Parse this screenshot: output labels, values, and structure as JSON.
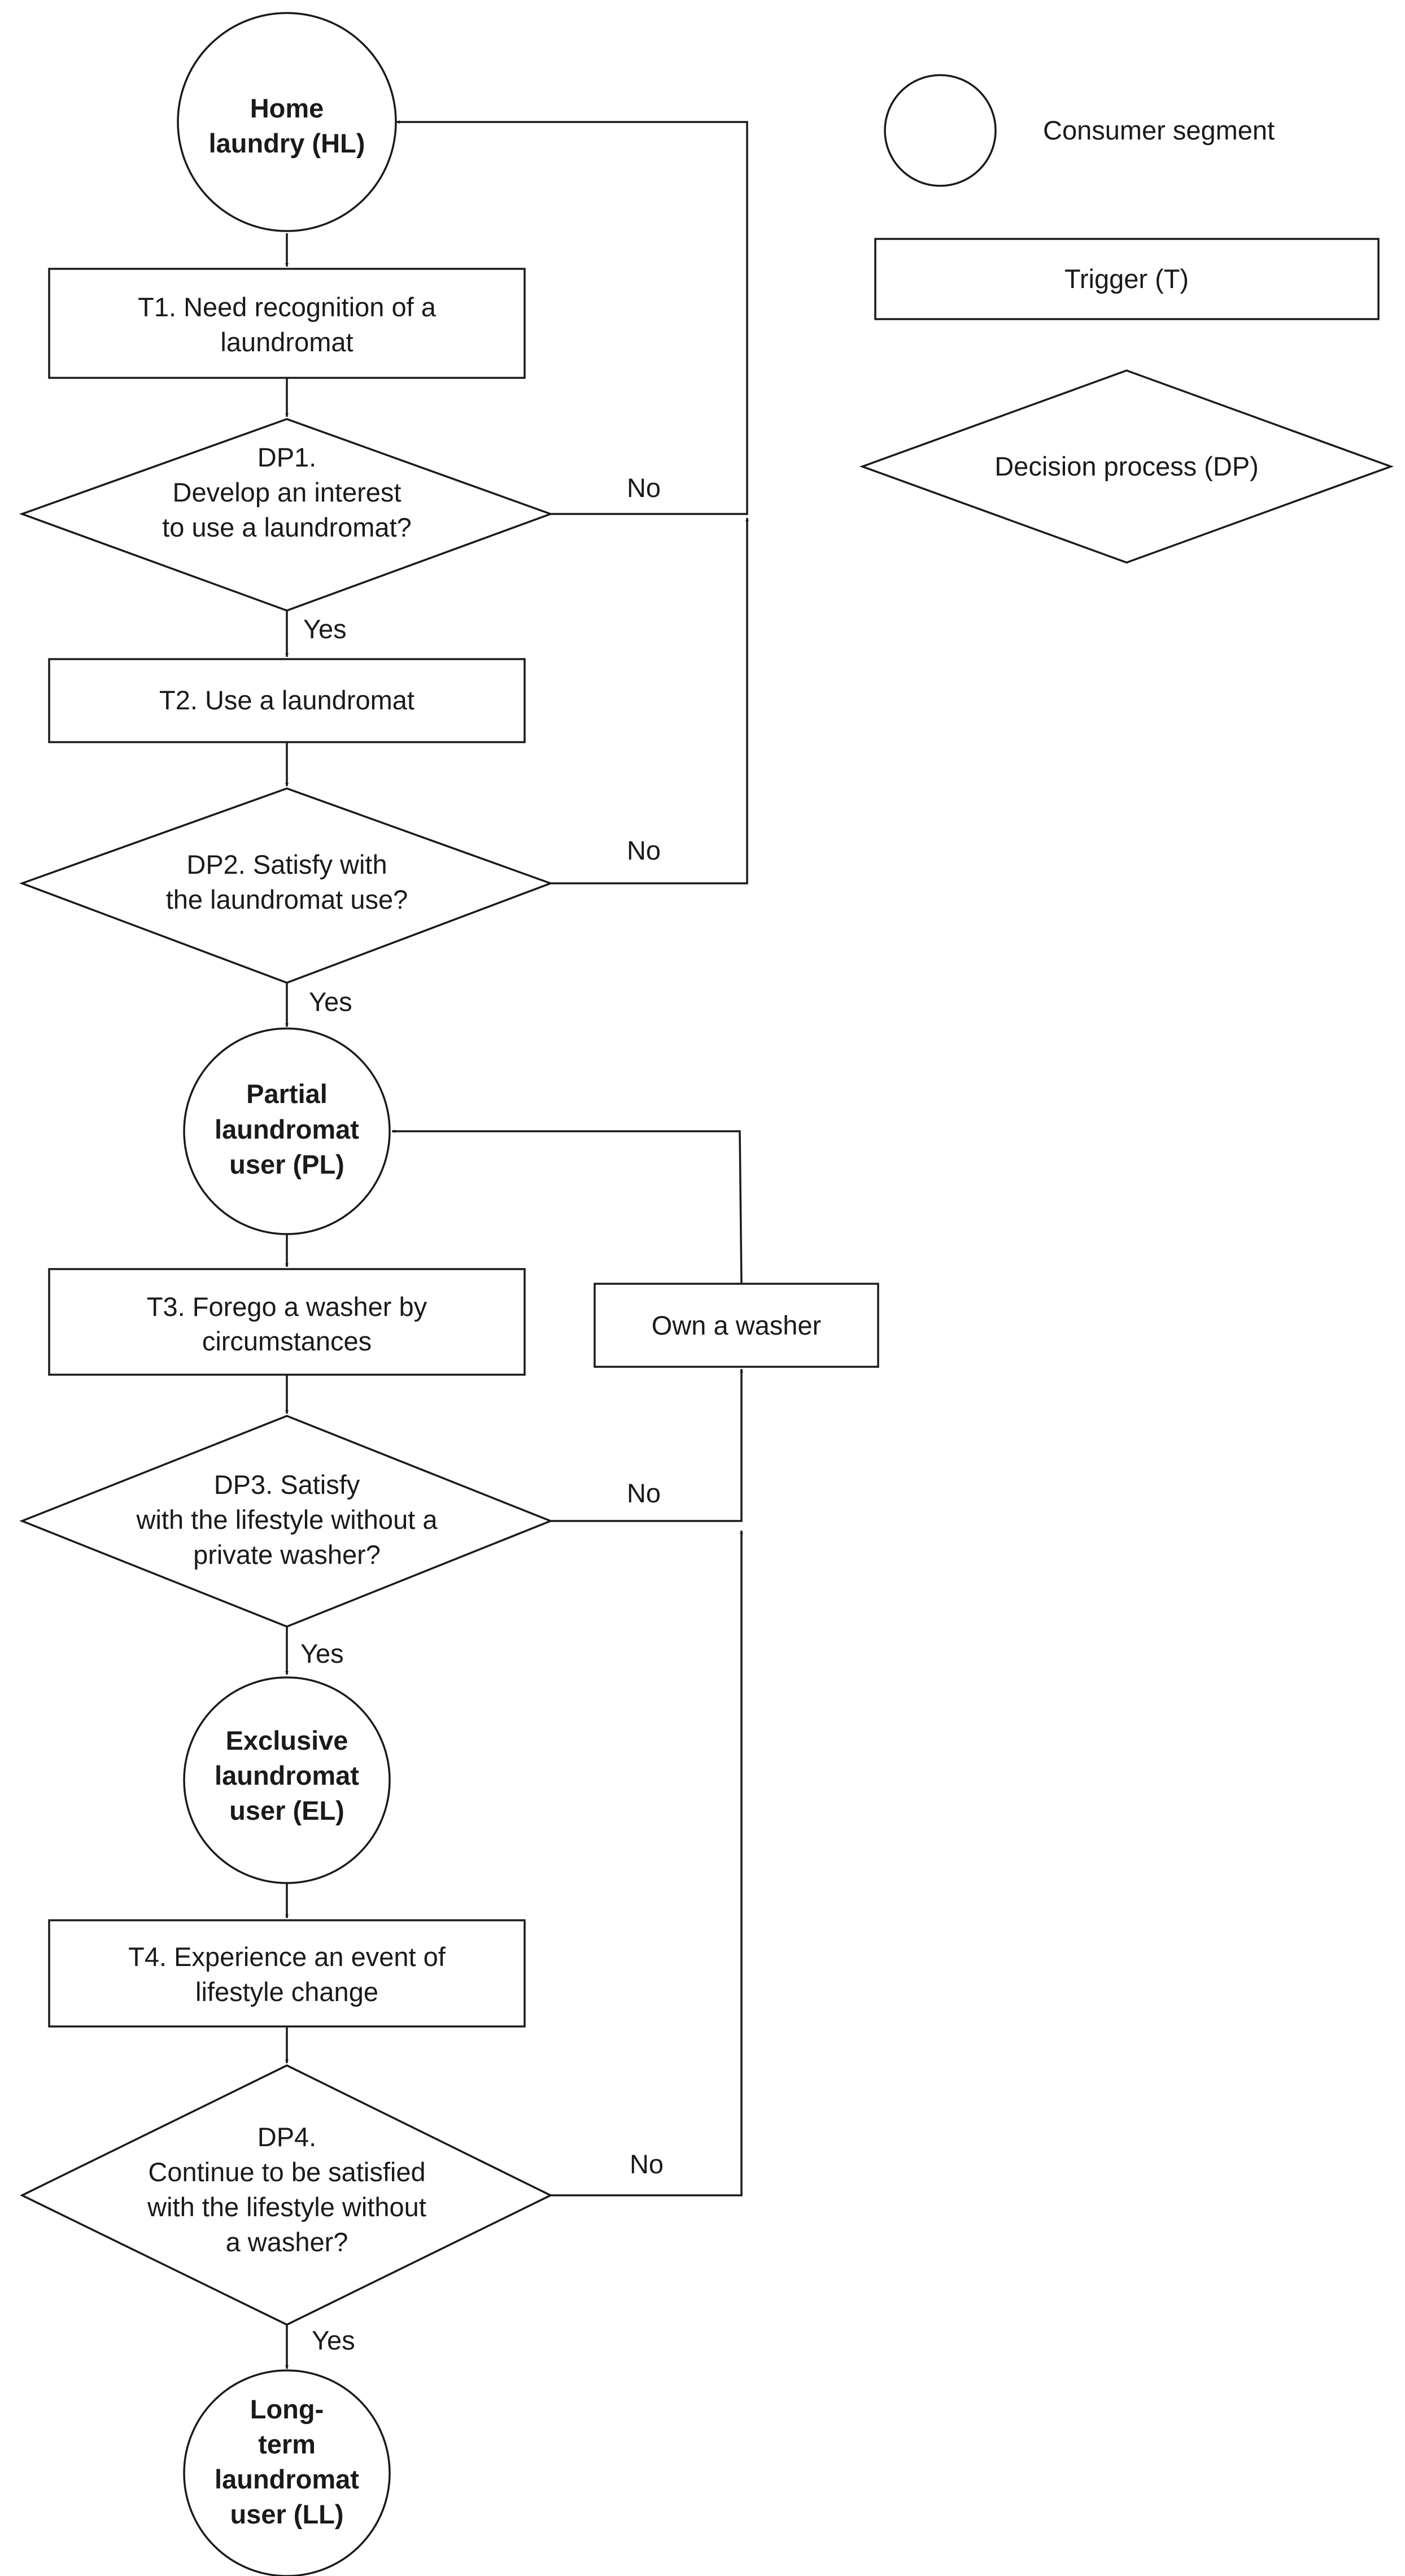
{
  "nodes": {
    "hl": {
      "lines": [
        "Home",
        "laundry (HL)"
      ]
    },
    "t1": {
      "lines": [
        "T1. Need recognition of a",
        "laundromat"
      ]
    },
    "dp1": {
      "lines": [
        "DP1.",
        "Develop an interest",
        "to use a laundromat?"
      ]
    },
    "t2": {
      "lines": [
        "T2. Use a laundromat"
      ]
    },
    "dp2": {
      "lines": [
        "DP2. Satisfy with",
        "the laundromat use?"
      ]
    },
    "pl": {
      "lines": [
        "Partial",
        "laundromat",
        "user (PL)"
      ]
    },
    "t3": {
      "lines": [
        "T3. Forego a washer by",
        "circumstances"
      ]
    },
    "own": {
      "lines": [
        "Own a washer"
      ]
    },
    "dp3": {
      "lines": [
        "DP3. Satisfy",
        "with the lifestyle without a",
        "private washer?"
      ]
    },
    "el": {
      "lines": [
        "Exclusive",
        "laundromat",
        "user (EL)"
      ]
    },
    "t4": {
      "lines": [
        "T4. Experience an event of",
        "lifestyle change"
      ]
    },
    "dp4": {
      "lines": [
        "DP4.",
        "Continue to be satisfied",
        "with the lifestyle without",
        "a washer?"
      ]
    },
    "ll": {
      "lines": [
        "Long-",
        "term",
        "laundromat",
        "user (LL)"
      ]
    }
  },
  "edge_labels": {
    "dp1_no": "No",
    "dp1_yes": "Yes",
    "dp2_no": "No",
    "dp2_yes": "Yes",
    "dp3_no": "No",
    "dp3_yes": "Yes",
    "dp4_no": "No",
    "dp4_yes": "Yes"
  },
  "legend": {
    "consumer_segment": "Consumer segment",
    "trigger": "Trigger (T)",
    "decision_process": "Decision process (DP)"
  },
  "colors": {
    "stroke": "#1a1a1a",
    "fill": "#ffffff",
    "text": "#1a1a1a"
  }
}
